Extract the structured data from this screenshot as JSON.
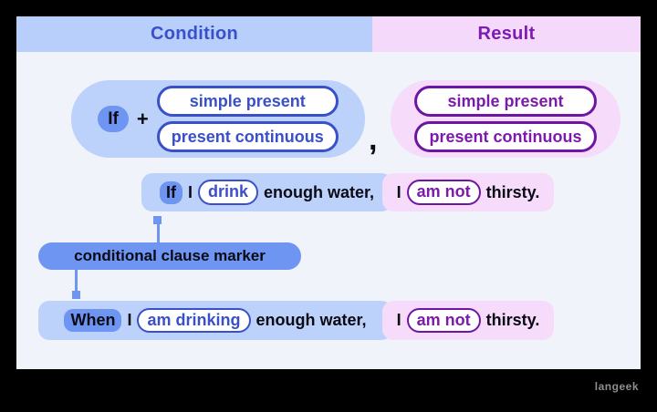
{
  "header": {
    "condition_label": "Condition",
    "result_label": "Result"
  },
  "pattern_row": {
    "condition": {
      "marker": "If",
      "plus_sign": "+",
      "options": [
        "simple present",
        "present continuous"
      ]
    },
    "separator_comma": ",",
    "result": {
      "options": [
        "simple present",
        "present continuous"
      ]
    }
  },
  "examples": [
    {
      "condition": {
        "marker": "If",
        "subject": "I",
        "verb": "drink",
        "rest": "enough water,"
      },
      "result": {
        "subject": "I",
        "verb": "am not",
        "rest": "thirsty."
      }
    },
    {
      "condition": {
        "marker": "When",
        "subject": "I",
        "verb": "am drinking",
        "rest": "enough water,"
      },
      "result": {
        "subject": "I",
        "verb": "am not",
        "rest": "thirsty."
      }
    }
  ],
  "annotation": {
    "label": "conditional clause marker"
  },
  "watermark": "langeek",
  "colors": {
    "frame_bg": "#000000",
    "canvas_bg": "#f0f4fa",
    "condition_header_bg": "#b8cffb",
    "condition_text": "#3a50c9",
    "result_header_bg": "#f4d9fa",
    "result_text": "#7d1cb5",
    "condition_fill": "#bdd2fb",
    "result_fill": "#f6dcfa",
    "marker_blue": "#6d95f1",
    "blue_outline": "#3a50c9",
    "purple_outline": "#6d16a4"
  }
}
